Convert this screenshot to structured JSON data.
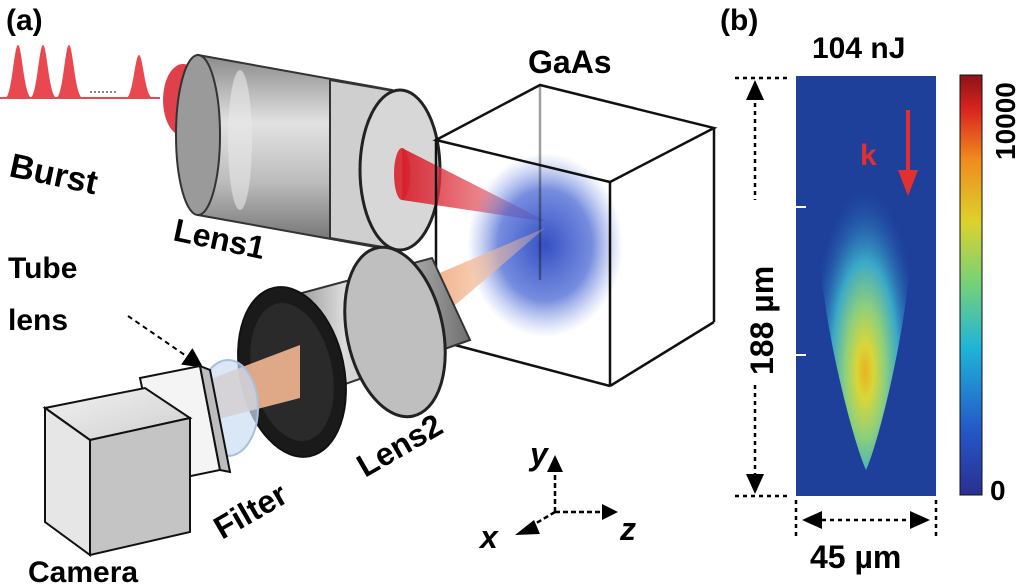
{
  "panel_a": {
    "label": "(a)",
    "burst_label": "Burst",
    "lens1_label": "Lens1",
    "gaas_label": "GaAs",
    "tube_lens_label_line1": "Tube",
    "tube_lens_label_line2": "lens",
    "lens2_label": "Lens2",
    "filter_label": "Filter",
    "camera_label": "Camera",
    "axis_x": "x",
    "axis_y": "y",
    "axis_z": "z"
  },
  "panel_b": {
    "label": "(b)",
    "energy_label": "104 nJ",
    "k_label": "k",
    "height_label": "188 µm",
    "width_label": "45 µm",
    "colorbar_max": "10000",
    "colorbar_min": "0"
  },
  "colors": {
    "laser_red": "#e0303a",
    "emission_peach": "#f3b690",
    "gaas_blue": "#2e4fbf",
    "map_background": "#1e3f9a",
    "k_arrow": "#e23030"
  }
}
